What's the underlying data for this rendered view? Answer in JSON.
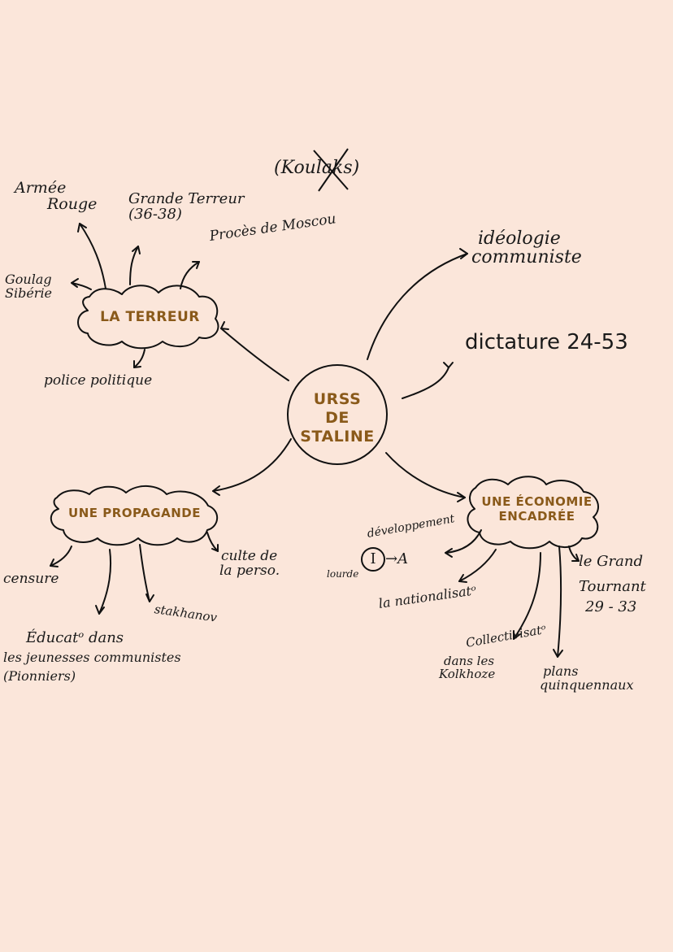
{
  "center": {
    "title_line1": "URSS",
    "title_line2": "DE STALINE"
  },
  "terreur": {
    "title": "LA TERREUR",
    "armee_line1": "Armée",
    "armee_line2": "Rouge",
    "grande_terreur_line1": "Grande Terreur",
    "grande_terreur_line2": "(36-38)",
    "proces": "Procès de Moscou",
    "goulag_line1": "Goulag",
    "goulag_line2": "Sibérie",
    "police": "police politique"
  },
  "koulaks": {
    "open": "(",
    "word": "Koulaks",
    "close": ")"
  },
  "ideologie_line1": "idéologie",
  "ideologie_line2": "communiste",
  "dictature": "dictature 24-53",
  "propagande": {
    "title": "UNE PROPAGANDE",
    "censure": "censure",
    "culte_line1": "culte de",
    "culte_line2": "la perso.",
    "stakhanov": "stakhanov",
    "education_line1": "Éducatᵒ dans",
    "education_line2": "les jeunesses communistes",
    "education_line3": "(Pionniers)"
  },
  "economie": {
    "title_line1": "UNE ÉCONOMIE",
    "title_line2": "ENCADRÉE",
    "developpement": "développement",
    "industrie": "I",
    "arrow_mark": "→A",
    "lourde": "lourde",
    "nationalisation": "la nationalisatᵒ",
    "grand_tournant_line1": "le Grand",
    "grand_tournant_line2": "Tournant",
    "grand_tournant_line3": "29 - 33",
    "collectivisation_line1": "Collectivisatᵒ",
    "collectivisation_line2": "dans les",
    "collectivisation_line3": "Kolkhoze",
    "plans_line1": "plans",
    "plans_line2": "quinquennaux"
  }
}
